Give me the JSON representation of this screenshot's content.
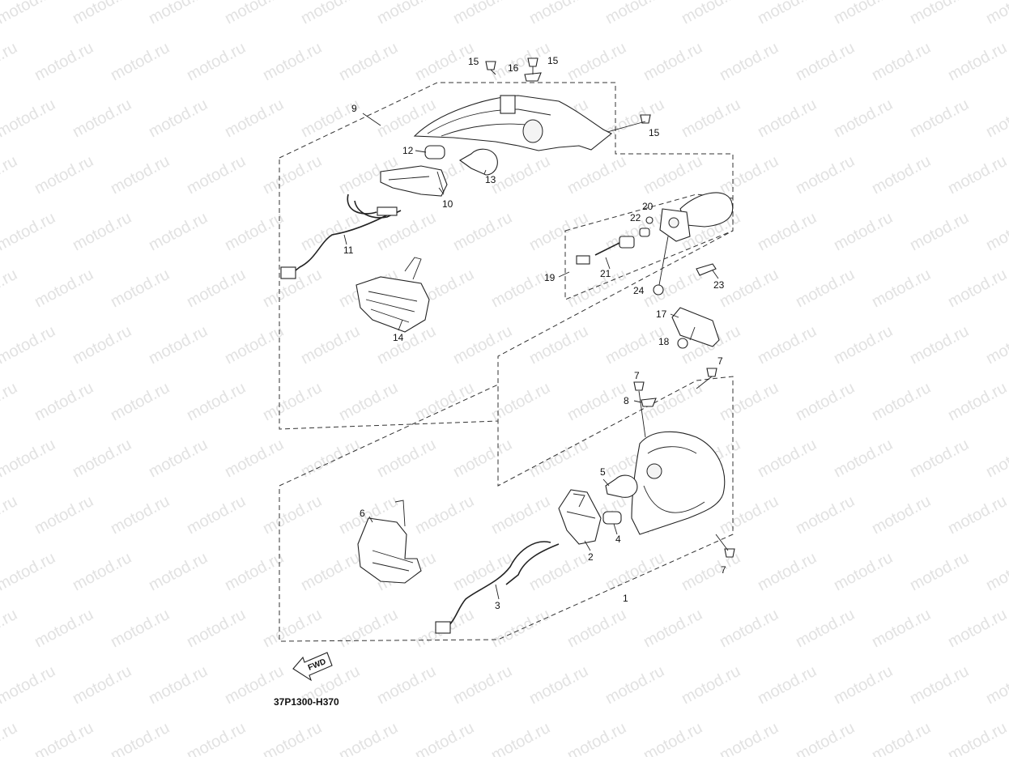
{
  "watermark": {
    "text": "motod.ru"
  },
  "diagram": {
    "code": "37P1300-H370",
    "fwd_label": "FWD",
    "callouts": {
      "c1": "1",
      "c2": "2",
      "c3": "3",
      "c4": "4",
      "c5": "5",
      "c6": "6",
      "c7a": "7",
      "c7b": "7",
      "c7c": "7",
      "c8": "8",
      "c9": "9",
      "c10": "10",
      "c11": "11",
      "c12": "12",
      "c13": "13",
      "c14": "14",
      "c15a": "15",
      "c15b": "15",
      "c15c": "15",
      "c16": "16",
      "c17": "17",
      "c18": "18",
      "c19": "19",
      "c20": "20",
      "c21": "21",
      "c22": "22",
      "c23": "23",
      "c24": "24"
    }
  }
}
